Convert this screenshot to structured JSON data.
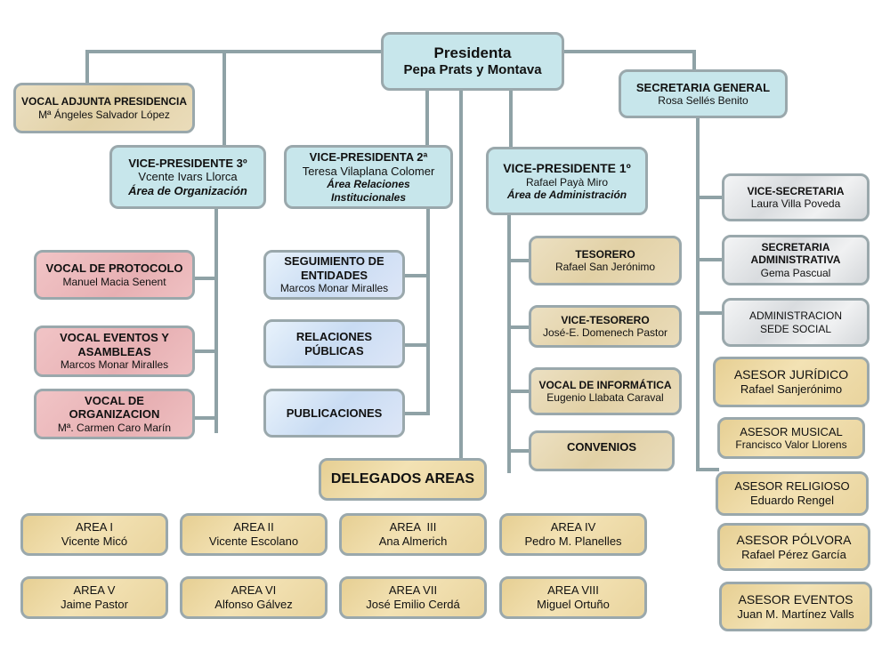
{
  "president": {
    "title": "Presidenta",
    "name": "Pepa Prats y Montava"
  },
  "vocal_adjunta": {
    "title": "VOCAL ADJUNTA PRESIDENCIA",
    "name": "Mª Ángeles Salvador López"
  },
  "secretaria_general": {
    "title": "SECRETARIA GENERAL",
    "name": "Rosa Sellés Benito"
  },
  "vp3": {
    "title": "VICE-PRESIDENTE 3º",
    "name": "Vcente Ivars Llorca",
    "area": "Área de Organización"
  },
  "vp2": {
    "title": "VICE-PRESIDENTA 2ª",
    "name": "Teresa Vilaplana Colomer",
    "area": "Área Relaciones Institucionales"
  },
  "vp1": {
    "title": "VICE-PRESIDENTE 1º",
    "name": "Rafael Payà Miro",
    "area": "Área de Administración"
  },
  "vocal_protocolo": {
    "title": "VOCAL DE PROTOCOLO",
    "name": "Manuel Macia Senent"
  },
  "vocal_eventos": {
    "title": "VOCAL EVENTOS Y ASAMBLEAS",
    "name": "Marcos Monar Miralles"
  },
  "vocal_organizacion": {
    "title": "VOCAL DE ORGANIZACION",
    "name": "Mª. Carmen Caro Marín"
  },
  "seguimiento": {
    "title": "SEGUIMIENTO DE ENTIDADES",
    "name": "Marcos Monar Miralles"
  },
  "relaciones": {
    "title": "RELACIONES PÚBLICAS"
  },
  "publicaciones": {
    "title": "PUBLICACIONES"
  },
  "tesorero": {
    "title": "TESORERO",
    "name": "Rafael San Jerónimo"
  },
  "vicetesorero": {
    "title": "VICE-TESORERO",
    "name": "José-E. Domenech Pastor"
  },
  "vocal_informatica": {
    "title": "VOCAL DE INFORMÁTICA",
    "name": "Eugenio Llabata Caraval"
  },
  "convenios": {
    "title": "CONVENIOS"
  },
  "vicesecretaria": {
    "title": "VICE-SECRETARIA",
    "name": "Laura Villa Poveda"
  },
  "secretaria_admin": {
    "title": "SECRETARIA ADMINISTRATIVA",
    "name": "Gema Pascual"
  },
  "administracion": {
    "title": "ADMINISTRACION",
    "name": "SEDE SOCIAL"
  },
  "asesores": [
    {
      "title": "ASESOR JURÍDICO",
      "name": "Rafael Sanjerónimo"
    },
    {
      "title": "ASESOR MUSICAL",
      "name": "Francisco Valor Llorens"
    },
    {
      "title": "ASESOR RELIGIOSO",
      "name": "Eduardo Rengel"
    },
    {
      "title": "ASESOR PÓLVORA",
      "name": "Rafael Pérez García"
    },
    {
      "title": "ASESOR EVENTOS",
      "name": "Juan M. Martínez Valls"
    }
  ],
  "delegados": {
    "title": "DELEGADOS AREAS"
  },
  "areas": [
    {
      "title": "AREA I",
      "name": "Vicente Micó"
    },
    {
      "title": "AREA II",
      "name": "Vicente Escolano"
    },
    {
      "title": "AREA  III",
      "name": "Ana Almerich"
    },
    {
      "title": "AREA IV",
      "name": "Pedro M. Planelles"
    },
    {
      "title": "AREA V",
      "name": "Jaime Pastor"
    },
    {
      "title": "AREA VI",
      "name": "Alfonso Gálvez"
    },
    {
      "title": "AREA VII",
      "name": "José Emilio Cerdá"
    },
    {
      "title": "AREA VIII",
      "name": "Miguel Ortuño"
    }
  ]
}
